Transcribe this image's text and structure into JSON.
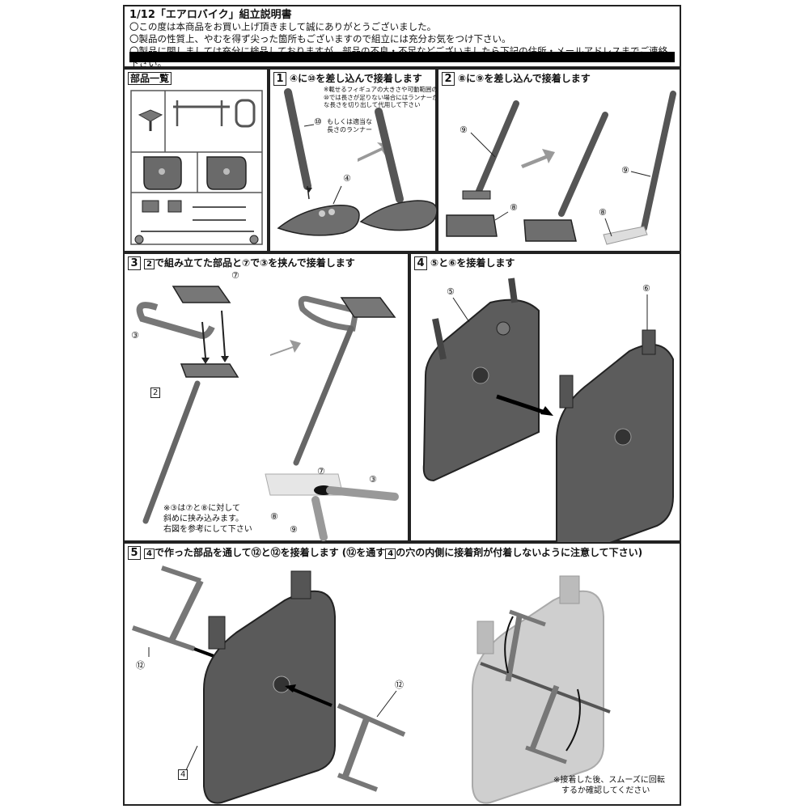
{
  "header": {
    "title": "1/12「エアロバイク」組立説明書",
    "line1": "〇この度は本商品をお買い上げ頂きまして誠にありがとうございました。",
    "line2": "〇製品の性質上、やむを得ず尖った箇所もございますので組立には充分お気をつけ下さい。",
    "line3": "〇製品に関しましては充分に検品しておりますが、部品の不良・不足などございましたら下記の住所・メールアドレスまでご連絡下さい。"
  },
  "parts_list": {
    "label": "部品一覧"
  },
  "step1": {
    "num": "1",
    "label": "④に⑩を差し込んで接着します",
    "note": "※載せるフィギュアの大きさや可動範囲の制限で\n⑩では長さが足りない場合にはランナーから必要\nな長さを切り出して代用して下さい",
    "callout10": "⑩",
    "runner_note": "もしくは適当な\n長さのランナー",
    "callout4": "④"
  },
  "step2": {
    "num": "2",
    "label": "⑧に⑨を差し込んで接着します",
    "callout9a": "⑨",
    "callout8a": "⑧",
    "callout9b": "⑨",
    "callout8b": "⑧"
  },
  "step3": {
    "num": "3",
    "label_box": "2",
    "label": "で組み立てた部品と⑦で③を挟んで接着します",
    "callout7": "⑦",
    "callout3": "③",
    "callout2": "2",
    "detail7": "⑦",
    "detail3": "③",
    "detail8": "⑧",
    "detail9": "⑨",
    "note": "※③は⑦と⑧に対して\n斜めに挟み込みます。\n右図を参考にして下さい"
  },
  "step4": {
    "num": "4",
    "label": "⑤と⑥を接着します",
    "callout5": "⑤",
    "callout6": "⑥"
  },
  "step5": {
    "num": "5",
    "label_box": "4",
    "label_a": "で作った部品を通して⑫と⑫を接着します (⑫を通す",
    "label_box2": "4",
    "label_b": "の穴の内側に接着剤が付着しないように注意して下さい)",
    "callout12a": "⑫",
    "callout12b": "⑫",
    "callout4": "4",
    "note": "※接着した後、スムーズに回転\n　するか確認してください"
  }
}
